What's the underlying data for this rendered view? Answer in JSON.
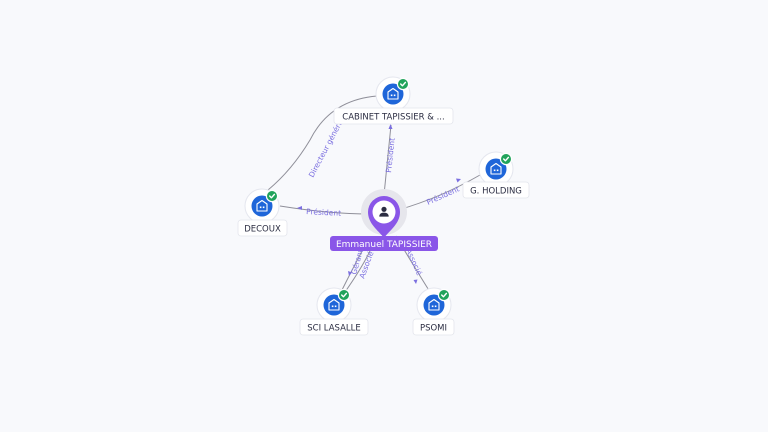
{
  "graph": {
    "person": {
      "name": "Emmanuel TAPISSIER",
      "icon": "person-icon"
    },
    "companies": [
      {
        "id": "cabinet",
        "label": "CABINET TAPISSIER & ...",
        "icon": "building-icon",
        "verified": true
      },
      {
        "id": "holding",
        "label": "G. HOLDING",
        "icon": "building-icon",
        "verified": true
      },
      {
        "id": "decoux",
        "label": "DECOUX",
        "icon": "building-icon",
        "verified": true
      },
      {
        "id": "sci",
        "label": "SCI LASALLE",
        "icon": "building-icon",
        "verified": true
      },
      {
        "id": "psomi",
        "label": "PSOMI",
        "icon": "building-icon",
        "verified": true
      }
    ],
    "relations": [
      {
        "from": "person",
        "to": "cabinet",
        "label": "Président"
      },
      {
        "from": "person",
        "to": "holding",
        "label": "Président"
      },
      {
        "from": "person",
        "to": "decoux",
        "label": "Président"
      },
      {
        "from": "cabinet",
        "to": "decoux",
        "label": "Directeur général"
      },
      {
        "from": "person",
        "to": "sci",
        "label": "Gérant"
      },
      {
        "from": "person",
        "to": "sci",
        "label": "Associé"
      },
      {
        "from": "person",
        "to": "psomi",
        "label": "Associé"
      }
    ],
    "colors": {
      "accent": "#8a56e8",
      "company": "#1f66d9",
      "verified": "#21a35b",
      "relation_text": "#7b6fe0"
    }
  }
}
